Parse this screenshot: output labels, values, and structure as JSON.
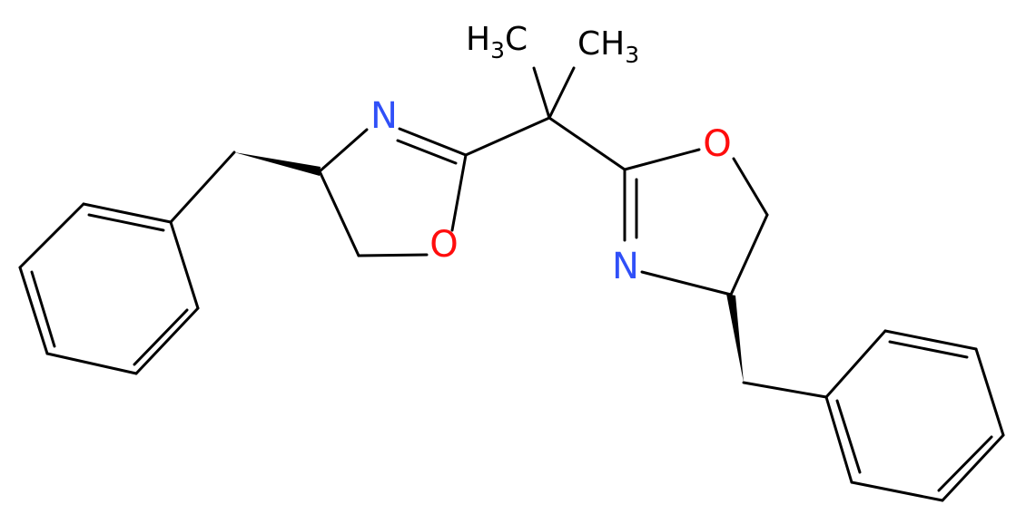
{
  "colors": {
    "bond": "#000000",
    "nitrogen": "#3050F8",
    "oxygen": "#FF0D0D",
    "carbon_label": "#000000"
  },
  "labels": {
    "n_left": "N",
    "o_left": "O",
    "n_right": "N",
    "o_right": "O",
    "methyl_left": {
      "main": "H",
      "sub": "3",
      "tail": "C"
    },
    "methyl_right": {
      "main": "CH",
      "sub": "3"
    }
  }
}
